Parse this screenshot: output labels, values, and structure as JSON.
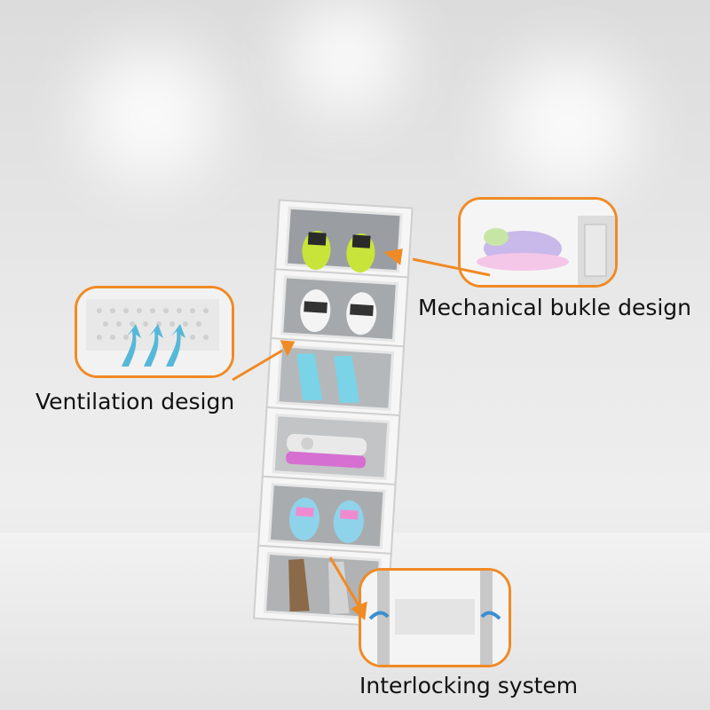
{
  "callouts": {
    "mechanical": "Mechanical bukle design",
    "ventilation": "Ventilation design",
    "interlocking": "Interlocking system"
  },
  "colors": {
    "accent": "#f08a24"
  }
}
